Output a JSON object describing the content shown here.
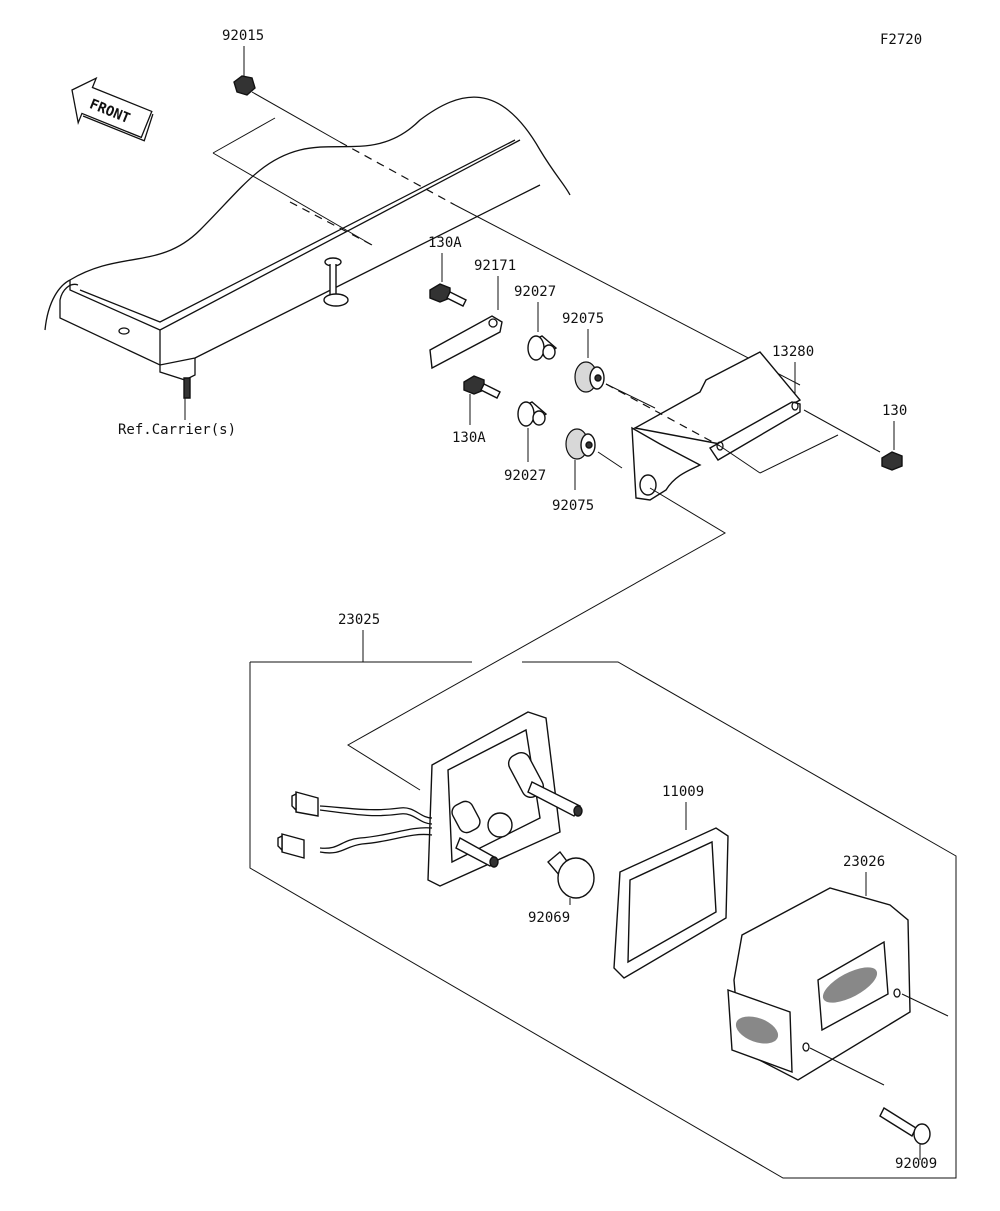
{
  "figure_code": "F2720",
  "front_arrow_label": "FRONT",
  "reference_label": "Ref.Carrier(s)",
  "parts": [
    {
      "id": "p92015",
      "number": "92015"
    },
    {
      "id": "p130A_top",
      "number": "130A"
    },
    {
      "id": "p92171",
      "number": "92171"
    },
    {
      "id": "p92027_top",
      "number": "92027"
    },
    {
      "id": "p92075_top",
      "number": "92075"
    },
    {
      "id": "p13280",
      "number": "13280"
    },
    {
      "id": "p130",
      "number": "130"
    },
    {
      "id": "p130A_bottom",
      "number": "130A"
    },
    {
      "id": "p92027_bottom",
      "number": "92027"
    },
    {
      "id": "p92075_bottom",
      "number": "92075"
    },
    {
      "id": "p23025",
      "number": "23025"
    },
    {
      "id": "p11009",
      "number": "11009"
    },
    {
      "id": "p23026",
      "number": "23026"
    },
    {
      "id": "p92069",
      "number": "92069"
    },
    {
      "id": "p92009",
      "number": "92009"
    }
  ]
}
